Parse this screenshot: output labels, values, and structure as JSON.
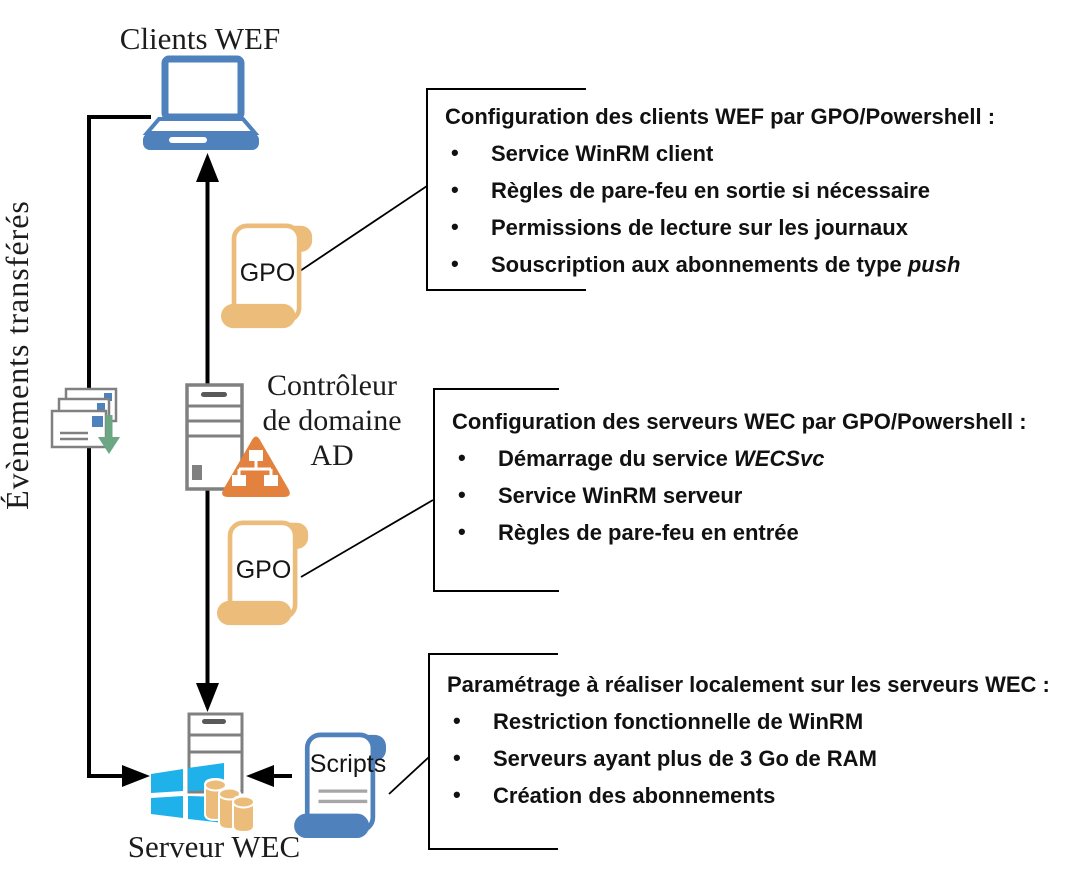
{
  "diagram": {
    "nodes": {
      "clients_wef": {
        "label": "Clients WEF"
      },
      "domain_controller": {
        "label_lines": [
          "Contrôleur",
          "de domaine",
          "AD"
        ]
      },
      "wec_server": {
        "label": "Serveur WEC"
      },
      "gpo_top": {
        "label": "GPO"
      },
      "gpo_bottom": {
        "label": "GPO"
      },
      "scripts": {
        "label": "Scripts"
      }
    },
    "flows": {
      "events_transferred": {
        "label": "Évènements transférés"
      }
    }
  },
  "callouts": [
    {
      "title": "Configuration des clients WEF par GPO/Powershell :",
      "items": [
        {
          "text": "Service WinRM client",
          "italic": ""
        },
        {
          "text": "Règles de pare-feu en sortie si nécessaire",
          "italic": ""
        },
        {
          "text": "Permissions de lecture sur les journaux",
          "italic": ""
        },
        {
          "text": "Souscription aux abonnements de type ",
          "italic": "push"
        }
      ]
    },
    {
      "title": "Configuration des serveurs WEC par GPO/Powershell :",
      "items": [
        {
          "text": "Démarrage du service ",
          "italic": "WECSvc"
        },
        {
          "text": "Service WinRM serveur",
          "italic": ""
        },
        {
          "text": "Règles de pare-feu en entrée",
          "italic": ""
        }
      ]
    },
    {
      "title": "Paramétrage à réaliser localement sur les serveurs WEC :",
      "items": [
        {
          "text": "Restriction fonctionnelle de WinRM",
          "italic": ""
        },
        {
          "text": "Serveurs ayant plus de 3 Go de RAM",
          "italic": ""
        },
        {
          "text": "Création des abonnements",
          "italic": ""
        }
      ]
    }
  ],
  "icons": {
    "bullet": "•"
  },
  "colors": {
    "blue": "#4f81bd",
    "tan": "#ecbd7a",
    "orange": "#e2823e",
    "cyan": "#1fb1e9",
    "green": "#6aa782",
    "gray": "#808080",
    "dgray": "#595959",
    "lgray": "#a6a6a6",
    "black": "#000000"
  }
}
